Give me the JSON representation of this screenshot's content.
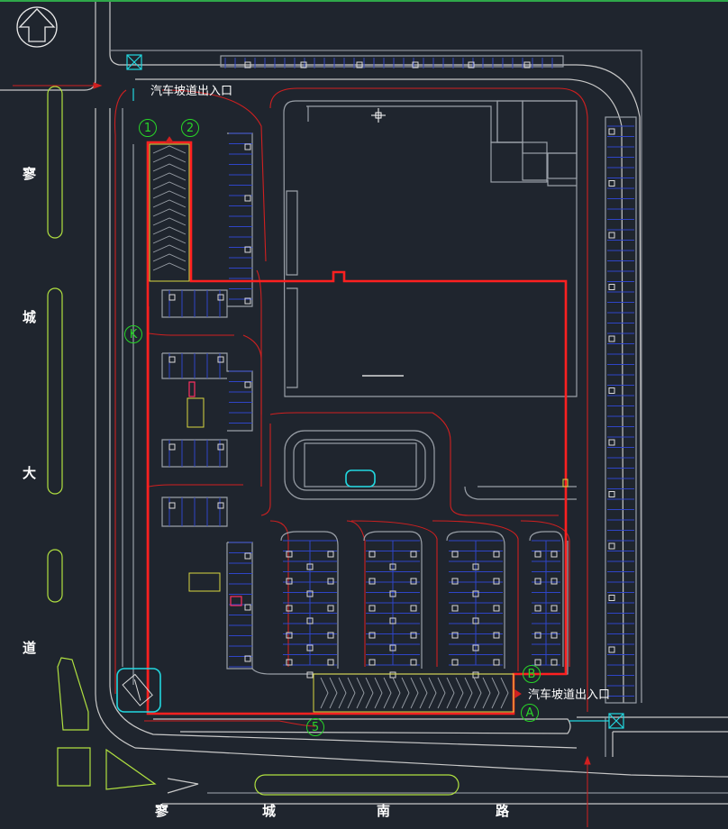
{
  "road_west": {
    "chars": [
      "寥",
      "城",
      "大",
      "道"
    ]
  },
  "road_south": {
    "chars": [
      "寥",
      "城",
      "南",
      "路"
    ]
  },
  "entrances": {
    "north": "汽车坡道出入口",
    "south": "汽车坡道出入口"
  },
  "markers": {
    "m1": "1",
    "m2": "2",
    "mK": "K",
    "mB": "B",
    "mA": "A",
    "m5": "5"
  },
  "colors": {
    "background": "#1f252e",
    "boundary": "#ff2020",
    "parking": "#2f45c8",
    "outline": "#9aa0a8",
    "road_edge": "#c8c8c8",
    "curve": "#d02020",
    "green_marker": "#28d628",
    "cyan": "#22d8e0",
    "yellow": "#d8d840"
  },
  "icons": {
    "north_arrow": "north-arrow-icon",
    "gate": "gate-box-icon"
  }
}
